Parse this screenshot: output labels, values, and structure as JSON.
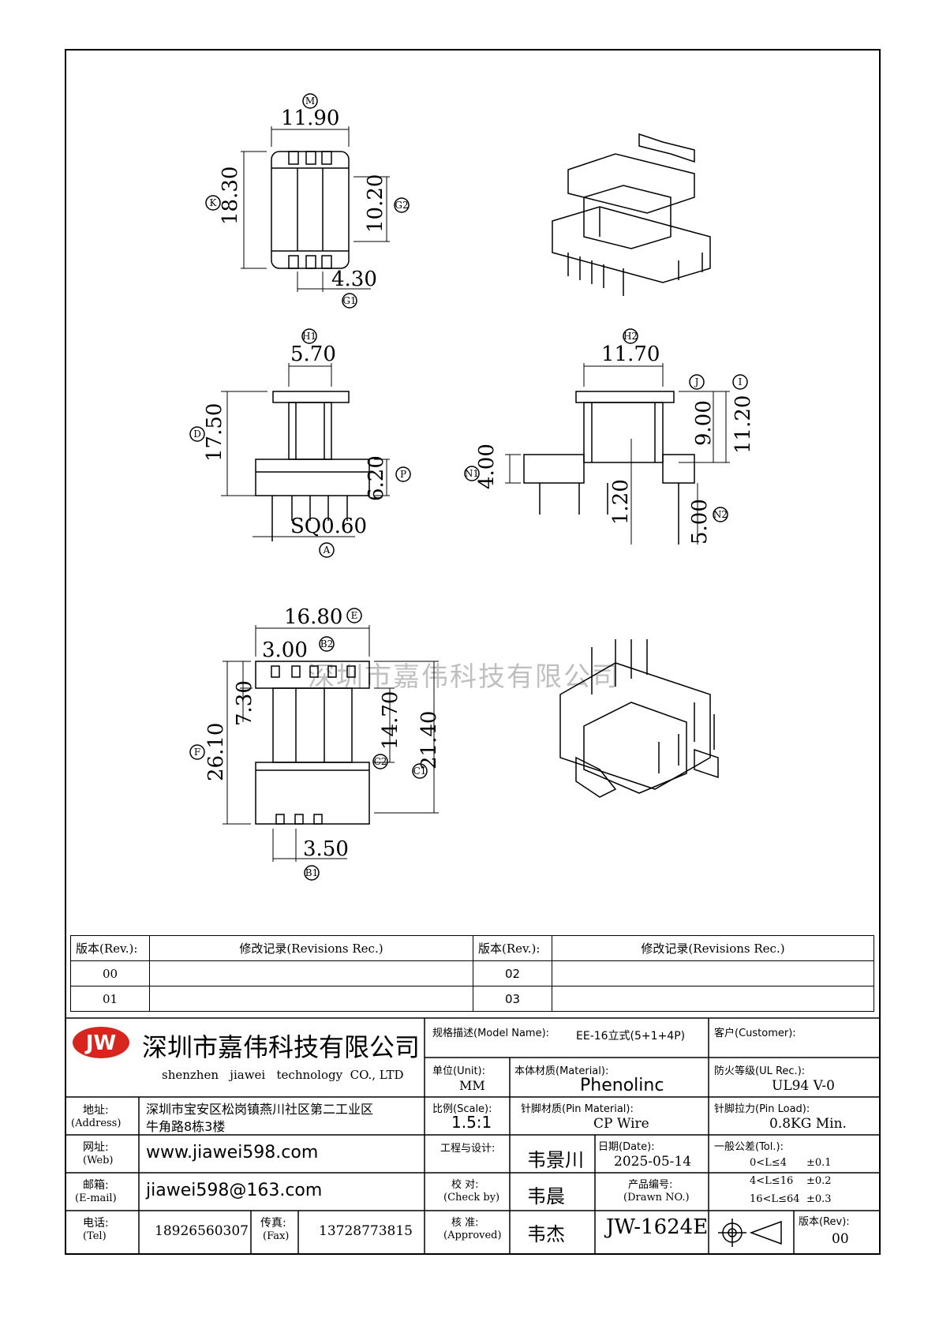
{
  "watermark": "深圳市嘉伟科技有限公司",
  "views": {
    "top": {
      "M": "11.90",
      "K": "18.30",
      "G2": "10.20",
      "G1": "4.30",
      "lbl_M": "M",
      "lbl_K": "K",
      "lbl_G2": "G2",
      "lbl_G1": "G1"
    },
    "front": {
      "H1": "5.70",
      "D": "17.50",
      "P": "6.20",
      "A": "SQ0.60",
      "lbl_H1": "H1",
      "lbl_D": "D",
      "lbl_P": "P",
      "lbl_A": "A"
    },
    "side": {
      "H2": "11.70",
      "J": "9.00",
      "I": "11.20",
      "N1": "4.00",
      "c120": "1.20",
      "N2": "5.00",
      "lbl_H2": "H2",
      "lbl_J": "J",
      "lbl_I": "I",
      "lbl_N1": "N1",
      "lbl_N2": "N2"
    },
    "bottom": {
      "E": "16.80",
      "B2": "3.00",
      "F": "26.10",
      "c730": "7.30",
      "C2": "14.70",
      "C1": "21.40",
      "B1": "3.50",
      "lbl_E": "E",
      "lbl_B2": "B2",
      "lbl_F": "F",
      "lbl_C2": "C2",
      "lbl_C1": "C1",
      "lbl_B1": "B1"
    }
  },
  "revisions": {
    "col_rev": "版本(Rev.):",
    "col_rec": "修改记录(Revisions Rec.)",
    "left": [
      "00",
      "01"
    ],
    "right": [
      "02",
      "03"
    ]
  },
  "company": {
    "logo": "JW",
    "name_cn": "深圳市嘉伟科技有限公司",
    "name_en": "shenzhen   jiawei   technology  CO., LTD",
    "address_label": "地址:",
    "address_label_en": "(Address)",
    "address_line1": "深圳市宝安区松岗镇燕川社区第二工业区",
    "address_line2": "牛角路8栋3楼",
    "web_label": "网址:",
    "web_label_en": "(Web)",
    "web": "www.jiawei598.com",
    "email_label": "邮箱:",
    "email_label_en": "(E-mail)",
    "email": "jiawei598@163.com",
    "tel_label": "电话:",
    "tel_label_en": "(Tel)",
    "tel": "18926560307",
    "fax_label": "传真:",
    "fax_label_en": "(Fax)",
    "fax": "13728773815"
  },
  "spec": {
    "model_label": "规格描述(Model Name):",
    "model": "EE-16立式(5+1+4P)",
    "customer_label": "客户(Customer):",
    "unit_label": "单位(Unit):",
    "unit": "MM",
    "material_label": "本体材质(Material):",
    "material": "Phenolinc",
    "ul_label": "防火等级(UL Rec.):",
    "ul": "UL94 V-0",
    "scale_label": "比例(Scale):",
    "scale": "1.5:1",
    "pin_material_label": "针脚材质(Pin Material):",
    "pin_material": "CP Wire",
    "pin_load_label": "针脚拉力(Pin Load):",
    "pin_load": "0.8KG Min.",
    "design_label": "工程与设计:",
    "designer": "韦景川",
    "date_label": "日期(Date):",
    "date": "2025-05-14",
    "tol_label": "一般公差(Tol.):",
    "tol1_range": "0<L≤4",
    "tol1": "±0.1",
    "tol2_range": "4<L≤16",
    "tol2": "±0.2",
    "tol3_range": "16<L≤64",
    "tol3": "±0.3",
    "check_label": "校  对:",
    "check_label_en": "(Check by)",
    "checker": "韦晨",
    "drawn_label": "产品编号:",
    "drawn_label_en": "(Drawn NO.)",
    "approved_label": "核  准:",
    "approved_label_en": "(Approved)",
    "approver": "韦杰",
    "part_no": "JW-1624E",
    "rev_label": "版本(Rev):",
    "rev": "00"
  }
}
